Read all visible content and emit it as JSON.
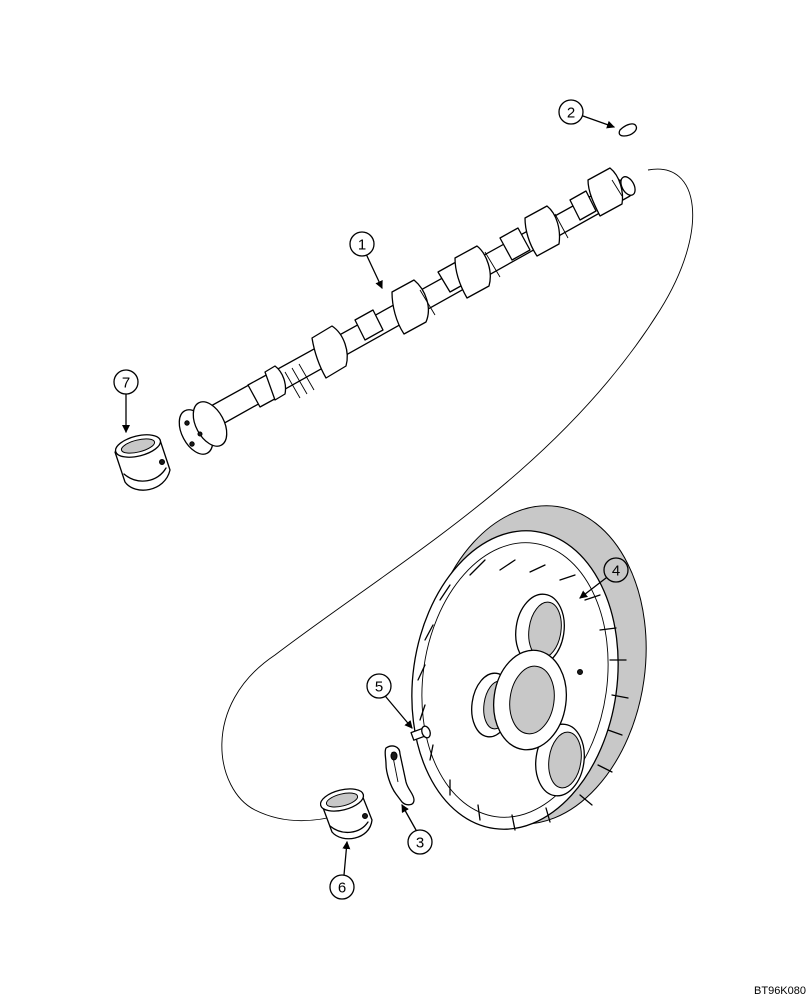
{
  "diagram": {
    "callouts": [
      "1",
      "2",
      "3",
      "4",
      "5",
      "6",
      "7"
    ],
    "drawing_code": "BT96K080"
  }
}
